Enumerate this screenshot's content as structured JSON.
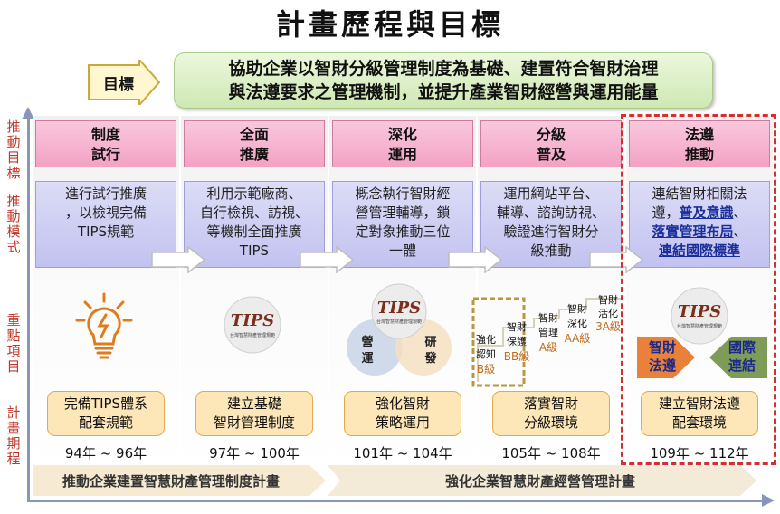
{
  "title": "計畫歷程與目標",
  "goal": {
    "tag": "目標",
    "line1": "協助企業以智財分級管理制度為基礎、建置符合智財治理",
    "line2": "與法遵要求之管理機制，並提升產業智財經營與運用能量"
  },
  "side_labels": {
    "a": "推動目標",
    "b": "推動模式",
    "c": "重點項目",
    "d": "計畫期程"
  },
  "columns": [
    {
      "phase1": "制度",
      "phase2": "試行",
      "mode": [
        "進行試行推廣",
        "，以檢視完備",
        "TIPS規範"
      ],
      "out1": "完備TIPS體系",
      "out2": "配套規範",
      "period": "94年 ~ 96年"
    },
    {
      "phase1": "全面",
      "phase2": "推廣",
      "mode": [
        "利用示範廠商、",
        "自行檢視、訪視、",
        "等機制全面推廣",
        "TIPS"
      ],
      "out1": "建立基礎",
      "out2": "智財管理制度",
      "period": "97年 ~ 100年"
    },
    {
      "phase1": "深化",
      "phase2": "運用",
      "mode": [
        "概念執行智財經",
        "營管理輔導，鎖",
        "定對象推動三位",
        "一體"
      ],
      "out1": "強化智財",
      "out2": "策略運用",
      "period": "101年 ~ 104年"
    },
    {
      "phase1": "分級",
      "phase2": "普及",
      "mode": [
        "運用網站平台、",
        "輔導、諮詢訪視、",
        "驗證進行智財分",
        "級推動"
      ],
      "out1": "落實智財",
      "out2": "分級環境",
      "period": "105年 ~ 108年"
    },
    {
      "phase1": "法遵",
      "phase2": "推動",
      "mode_a": "連結智財相關法",
      "mode_b1": "遵，",
      "mode_b2": "普及意識",
      "mode_c": "落實管理布局",
      "mode_d": "連結國際標準",
      "out1": "建立智財法遵",
      "out2": "配套環境",
      "period": "109年 ~ 112年"
    }
  ],
  "tips": {
    "logo": "TIPS",
    "sub": "台灣智慧財產管理規範"
  },
  "venn": {
    "left": "營運",
    "right": "研發"
  },
  "stairs": {
    "l1": "強化",
    "l2": "認知",
    "l3": "B級",
    "s1a": "智財",
    "s1b": "保護",
    "s1c": "BB級",
    "s2a": "智財",
    "s2b": "管理",
    "s2c": "A級",
    "s3a": "智財",
    "s3b": "深化",
    "s3c": "AA級",
    "s4a": "智財",
    "s4b": "活化",
    "s4c": "3A級"
  },
  "legal": {
    "left1": "智財",
    "left2": "法遵",
    "right1": "國際",
    "right2": "連結"
  },
  "plans": {
    "p1": "推動企業建置智慧財產管理制度計畫",
    "p2": "強化企業智慧財產經營管理計畫"
  },
  "colors": {
    "phase": "#f3a2c4",
    "mode": "#c2c2f0",
    "outcome": "#fde7b8",
    "highlight": "#d32f2f",
    "goal": "#cfe8b3"
  }
}
